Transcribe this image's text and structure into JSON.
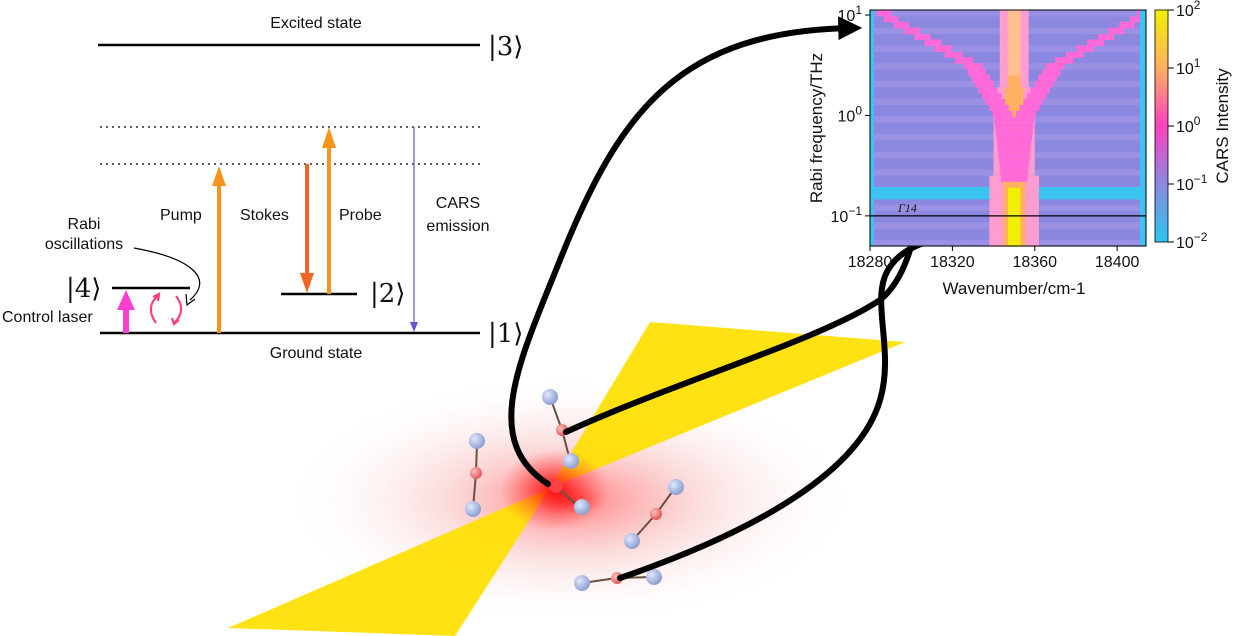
{
  "level_diagram": {
    "excited_state_label": "Excited state",
    "ground_state_label": "Ground state",
    "ket_3": "|3⟩",
    "ket_2": "|2⟩",
    "ket_4": "|4⟩",
    "ket_1": "|1⟩",
    "rabi_label_line1": "Rabi",
    "rabi_label_line2": "oscillations",
    "control_laser_label": "Control laser",
    "pump_label": "Pump",
    "stokes_label": "Stokes",
    "probe_label": "Probe",
    "cars_label_line1": "CARS",
    "cars_label_line2": "emission",
    "colors": {
      "pump": "#f7941d",
      "stokes": "#f26522",
      "probe": "#f7941d",
      "cars": "#6a4fd8",
      "control": "#ff3fd0",
      "rabi": "#ff3f80"
    }
  },
  "chart_data": {
    "type": "heatmap",
    "xlabel": "Wavenumber/cm-1",
    "ylabel": "Rabi frequency/THz",
    "x_ticks": [
      "18280",
      "18320",
      "18360",
      "18400"
    ],
    "x_tick_values": [
      18280,
      18320,
      18360,
      18400
    ],
    "xlim": [
      18280,
      18414
    ],
    "y_ticks": [
      "10^-1",
      "10^0",
      "10^1"
    ],
    "y_tick_exponents": [
      -1,
      0,
      1
    ],
    "y_scale": "log",
    "ylim_log10": [
      -1.3,
      1.05
    ],
    "annotation": "Γ14",
    "annotation_line_log10": -1.0,
    "colorbar_label": "CARS Intensity",
    "colorbar_ticks": [
      "10^2",
      "10^1",
      "10^0",
      "10^-1",
      "10^-2"
    ],
    "colorbar_scale": "log",
    "colorbar_colors": [
      "#f0f000",
      "#ffb060",
      "#ff40c0",
      "#8c88e0",
      "#28c8f0"
    ],
    "center_wavenumber": 18350,
    "branch_points": [
      {
        "y_log10": -1.0,
        "split": 0
      },
      {
        "y_log10": -0.5,
        "split": 2
      },
      {
        "y_log10": 0.0,
        "split": 5
      },
      {
        "y_log10": 0.5,
        "split": 20
      },
      {
        "y_log10": 1.0,
        "split": 63
      }
    ]
  }
}
